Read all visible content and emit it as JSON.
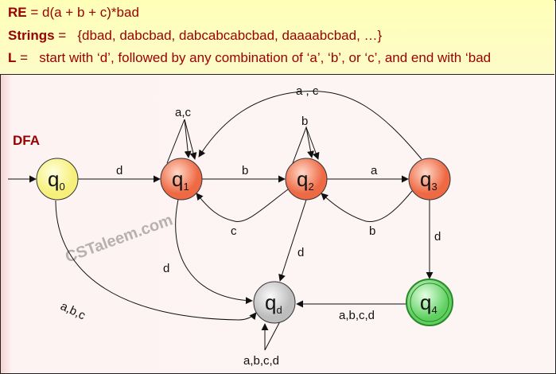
{
  "header": {
    "re_label": "RE",
    "re_value": " = d(a + b + c)*bad",
    "strings_label": "Strings",
    "strings_value": " =   {dbad, dabcbad, dabcabcabcbad, daaaabcbad, …}",
    "lang_label": "L",
    "lang_value": " =   start with ‘d’, followed by any combination of ‘a’, ‘b’, or ‘c’, and end with ‘bad"
  },
  "diagram": {
    "title": "DFA",
    "watermark": "CSTaleem.com",
    "states": [
      {
        "id": "q0",
        "base": "q",
        "sub": "0",
        "color": "#ffffa8"
      },
      {
        "id": "q1",
        "base": "q",
        "sub": "1",
        "color": "#f57a57"
      },
      {
        "id": "q2",
        "base": "q",
        "sub": "2",
        "color": "#f57a57"
      },
      {
        "id": "q3",
        "base": "q",
        "sub": "3",
        "color": "#f57a57"
      },
      {
        "id": "q4",
        "base": "q",
        "sub": "4",
        "color": "#7ed87e"
      },
      {
        "id": "qd",
        "base": "q",
        "sub": "d",
        "color": "#d8d8d8"
      }
    ],
    "transitions": {
      "q0_q1": "d",
      "q1_q1": "a,c",
      "q1_q2": "b",
      "q2_q2": "b",
      "q2_q1": "c",
      "q2_q3": "a",
      "q3_q2": "b",
      "q3_q1": "a , c",
      "q3_q4": "d",
      "q1_qd": "d",
      "q2_qd": "d",
      "q0_qd": "a,b,c",
      "q4_qd": "a,b,c,d",
      "qd_qd": "a,b,c,d"
    }
  }
}
